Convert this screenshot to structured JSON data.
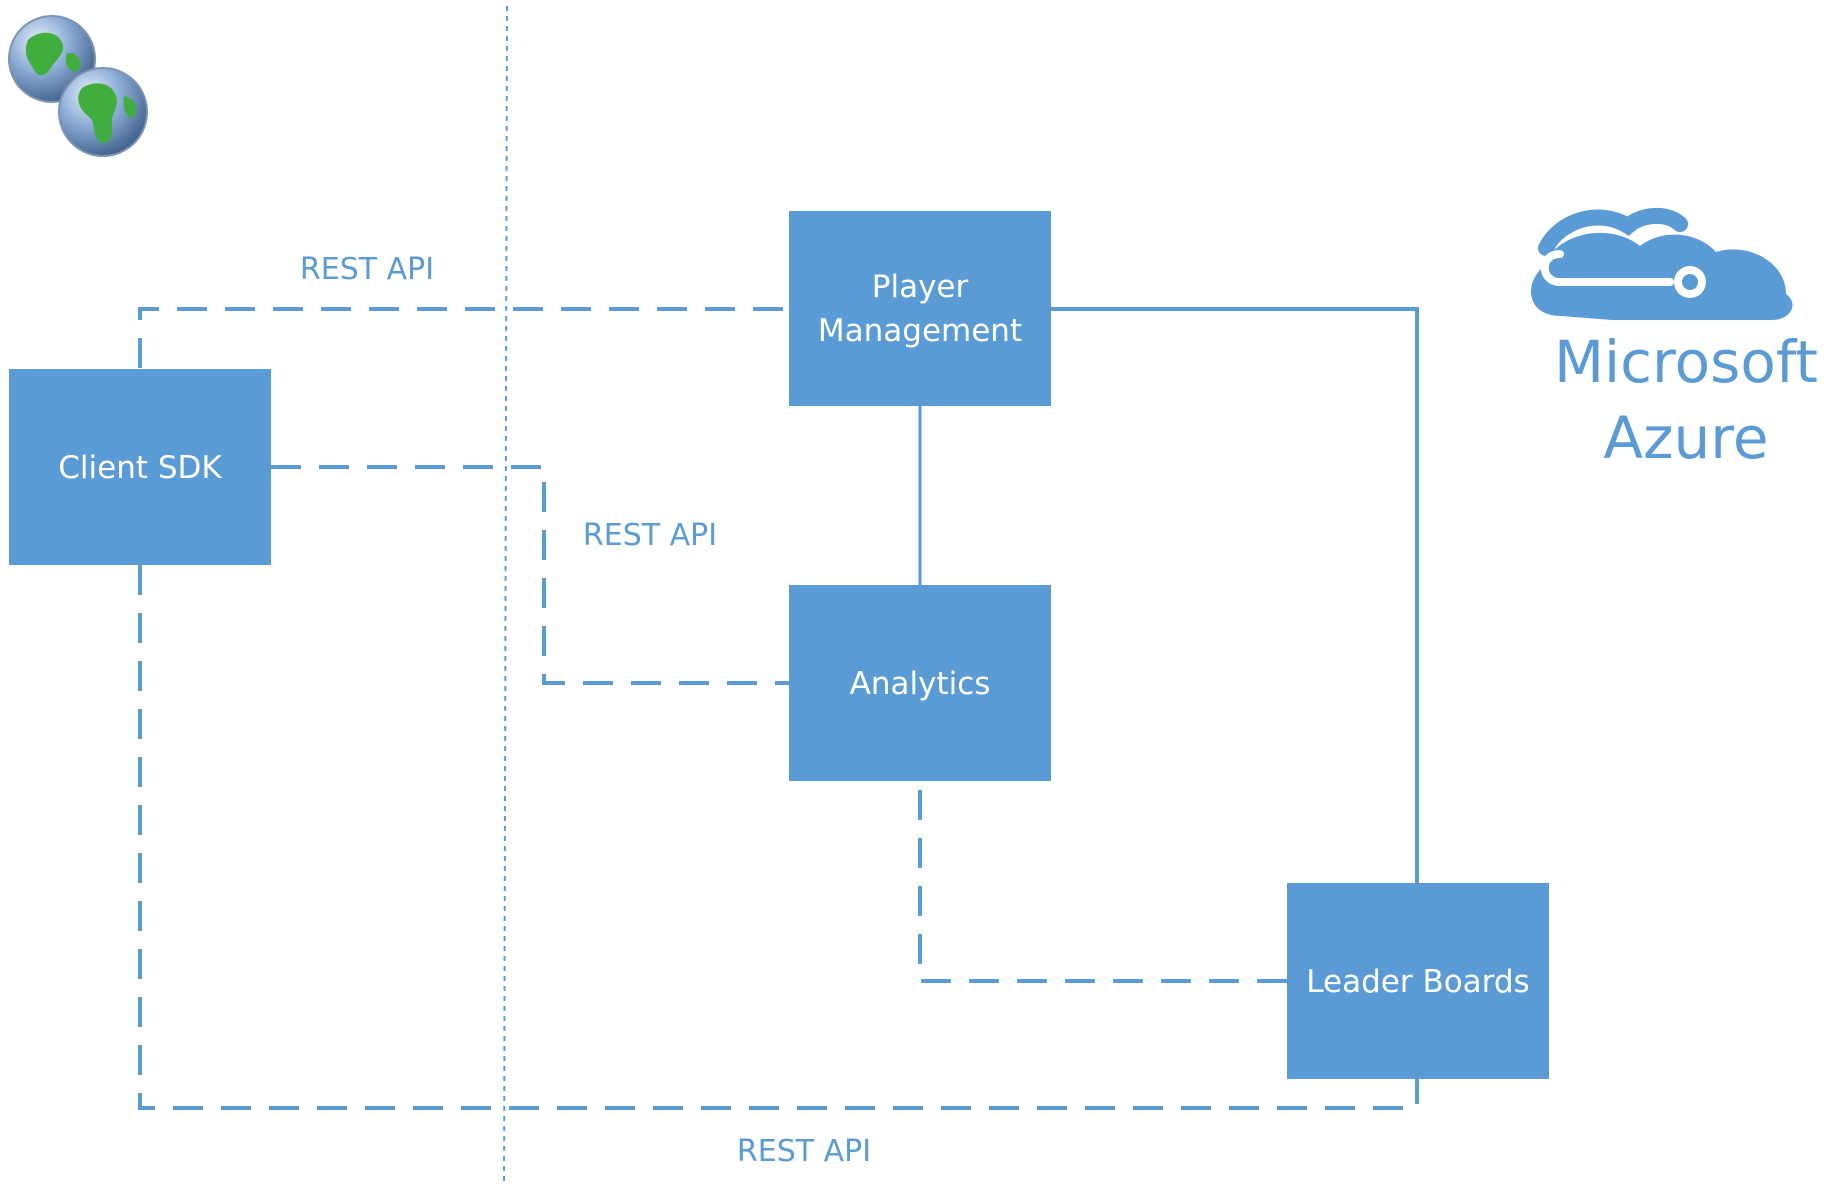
{
  "colors": {
    "box_fill": "#5b9bd5",
    "line": "#5b9bd5",
    "text_on_box": "#ffffff",
    "label_text": "#5b9bd5",
    "background": "#ffffff"
  },
  "nodes": {
    "client_sdk": "Client SDK",
    "player_management_line1": "Player",
    "player_management_line2": "Management",
    "analytics": "Analytics",
    "leader_boards": "Leader Boards"
  },
  "edge_labels": {
    "top": "REST API",
    "middle": "REST API",
    "bottom": "REST API"
  },
  "branding": {
    "line1": "Microsoft",
    "line2": "Azure"
  },
  "icons": [
    "globe-icon",
    "azure-cloud-icon"
  ]
}
